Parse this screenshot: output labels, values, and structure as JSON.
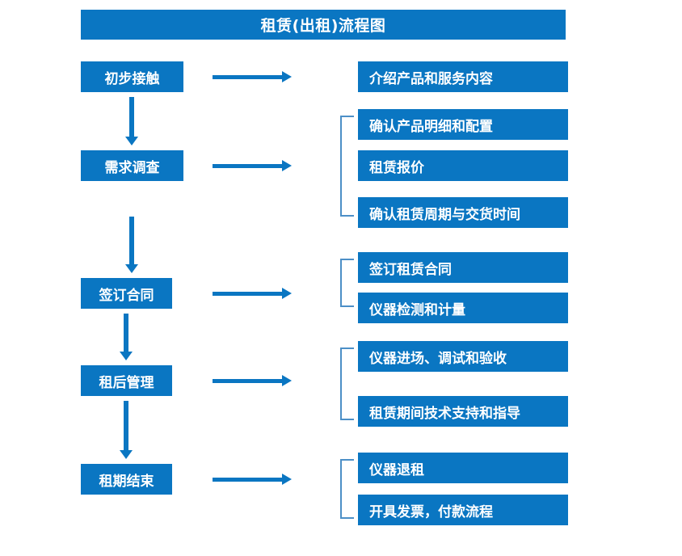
{
  "chart_title": "租赁(出租)流程图",
  "colors": {
    "box_blue": "#0a76c2",
    "bracket_blue": "#4c8fc7",
    "text": "#ffffff",
    "background": "#ffffff"
  },
  "stages": [
    {
      "label": "初步接触"
    },
    {
      "label": "需求调查"
    },
    {
      "label": "签订合同"
    },
    {
      "label": "租后管理"
    },
    {
      "label": "租期结束"
    }
  ],
  "details": [
    {
      "label": "介绍产品和服务内容"
    },
    {
      "label": "确认产品明细和配置"
    },
    {
      "label": "租赁报价"
    },
    {
      "label": "确认租赁周期与交货时间"
    },
    {
      "label": "签订租赁合同"
    },
    {
      "label": "仪器检测和计量"
    },
    {
      "label": "仪器进场、调试和验收"
    },
    {
      "label": "租赁期间技术支持和指导"
    },
    {
      "label": "仪器退租"
    },
    {
      "label": "开具发票，付款流程"
    }
  ]
}
